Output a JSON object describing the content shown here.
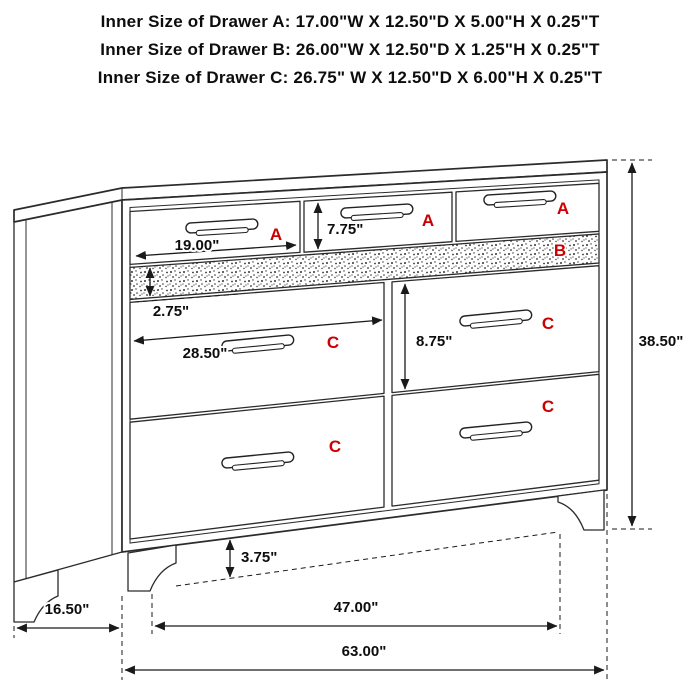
{
  "header": {
    "lines": [
      "Inner Size of Drawer A: 17.00\"W X 12.50\"D X 5.00\"H X 0.25\"T",
      "Inner Size of Drawer B: 26.00\"W X 12.50\"D X 1.25\"H X 0.25\"T",
      "Inner Size of Drawer C: 26.75\" W X 12.50\"D X 6.00\"H X 0.25\"T"
    ]
  },
  "drawer_letters": {
    "a1": "A",
    "a2": "A",
    "a3": "A",
    "b": "B",
    "c_top_right": "C",
    "c_middle_left": "C",
    "c_bottom_right": "C",
    "c_bottom_left": "C"
  },
  "dimension_labels": {
    "drawer_a_width": "19.00\"",
    "drawer_a_height": "7.75\"",
    "drawer_b_height": "2.75\"",
    "drawer_c_width": "28.50\"",
    "drawer_c_height": "8.75\"",
    "overall_height": "38.50\"",
    "leg_height": "3.75\"",
    "side_depth": "16.50\"",
    "feet_span_width": "47.00\"",
    "overall_width": "63.00\""
  },
  "colors": {
    "drawer_letter_red": "#cc0000",
    "line_black": "#1a1a1a"
  }
}
